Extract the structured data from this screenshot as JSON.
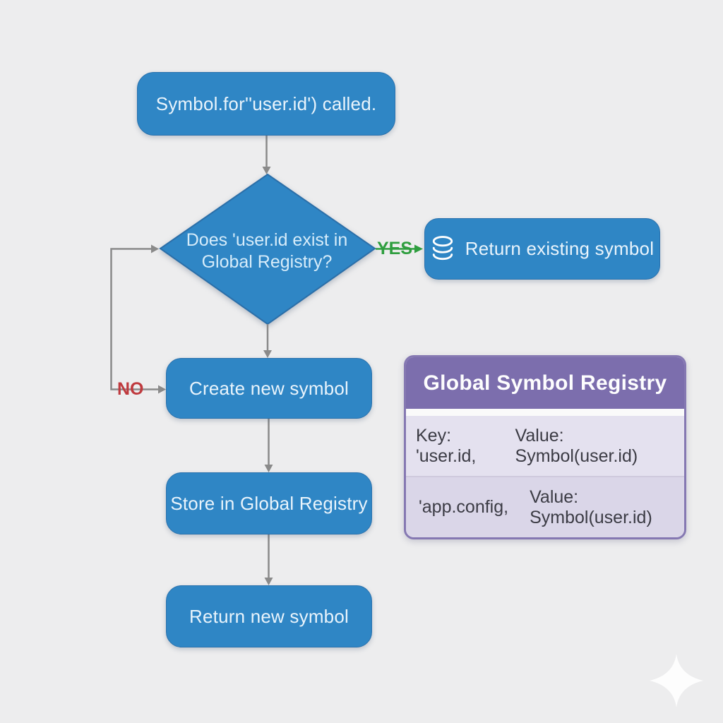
{
  "colors": {
    "background": "#ededee",
    "node_blue": "#2f86c5",
    "node_border": "#2a72ae",
    "node_text": "#e9f4fc",
    "connector_gray": "#8a8a8a",
    "yes_green": "#2f9e3f",
    "no_red": "#bf3a3e",
    "registry_header_purple": "#7c6ead",
    "registry_border_purple": "#8578b2",
    "registry_row1_bg": "#e4e1ef",
    "registry_row2_bg": "#dad6e8",
    "registry_text": "#3b3b44"
  },
  "flowchart": {
    "start": {
      "label": "Symbol.for''user.id') called."
    },
    "decision": {
      "label": "Does 'user.id exist in\nGlobal Registry?"
    },
    "yes_branch": {
      "label": "YES"
    },
    "no_branch": {
      "label": "NO"
    },
    "return_existing": {
      "label": "Return existing symbol",
      "icon": "database-icon"
    },
    "create": {
      "label": "Create new symbol"
    },
    "store": {
      "label": "Store in Global Registry"
    },
    "return_new": {
      "label": "Return new symbol"
    }
  },
  "registry_panel": {
    "title": "Global Symbol Registry",
    "rows": [
      {
        "key": "Key: 'user.id,",
        "value": "Value: Symbol(user.id)"
      },
      {
        "key": "'app.config,",
        "value": "Value: Symbol(user.id)"
      }
    ]
  }
}
